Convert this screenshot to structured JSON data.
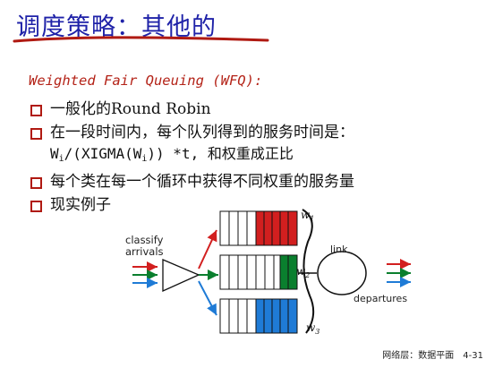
{
  "slide": {
    "title": "调度策略：其他的",
    "subtitle": "Weighted Fair Queuing (WFQ):",
    "bullets": [
      "一般化的Round Robin",
      "在一段时间内，每个队列得到的服务时间是：",
      "每个类在每一个循环中获得不同权重的服务量",
      "现实例子"
    ],
    "formula": {
      "w1": "W",
      "i1": "i",
      "mid": "/(XIGMA(W",
      "i2": "i",
      "end": ")) *t, 和权重成正比"
    }
  },
  "diagram": {
    "classify": "classify",
    "arrivals": "arrivals",
    "link": "link",
    "departures": "departures",
    "w1": "w",
    "w1sub": "1",
    "w2": "w",
    "w2sub": "2",
    "w3": "w",
    "w3sub": "3",
    "colors": {
      "red": "#d21f1f",
      "green": "#0a7f2e",
      "blue": "#1f7bd6"
    }
  },
  "footer": {
    "label": "网络层：数据平面",
    "page": "4-31"
  }
}
